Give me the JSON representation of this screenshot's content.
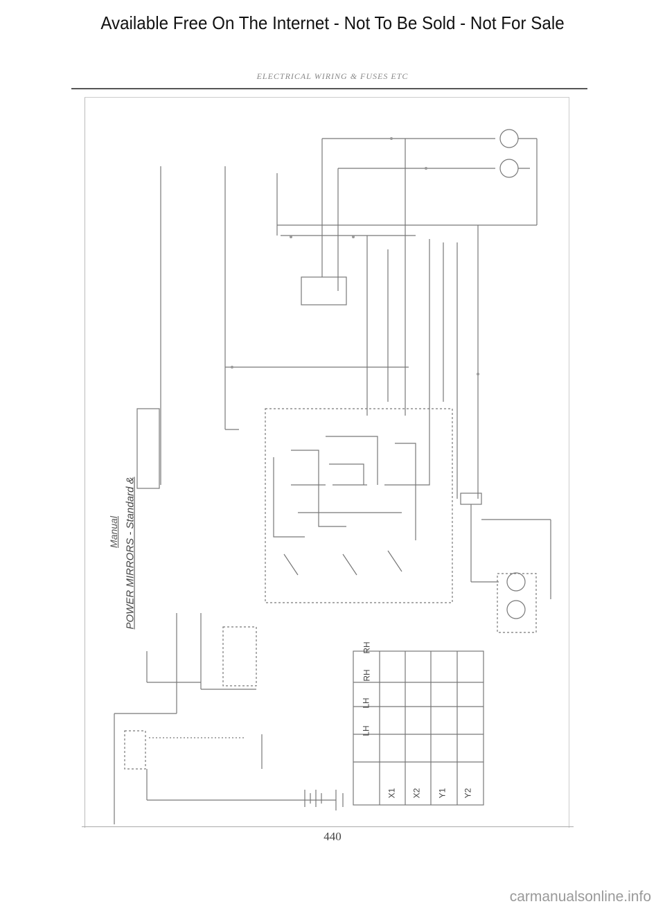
{
  "banner": "Available Free On The Internet - Not To Be Sold - Not For Sale",
  "header_title": "ELECTRICAL WIRING & FUSES ETC",
  "diagram_title": "POWER MIRRORS - Standard &",
  "diagram_subtitle": "Manual",
  "page_number": "440",
  "footer": "carmanualsonline.info",
  "table": {
    "columns": [
      "LH",
      "LH",
      "RH",
      "RH"
    ],
    "rows": [
      "X1",
      "X2",
      "Y1",
      "Y2"
    ]
  },
  "colors": {
    "line": "#777777",
    "text": "#222222",
    "faint": "#999999"
  }
}
